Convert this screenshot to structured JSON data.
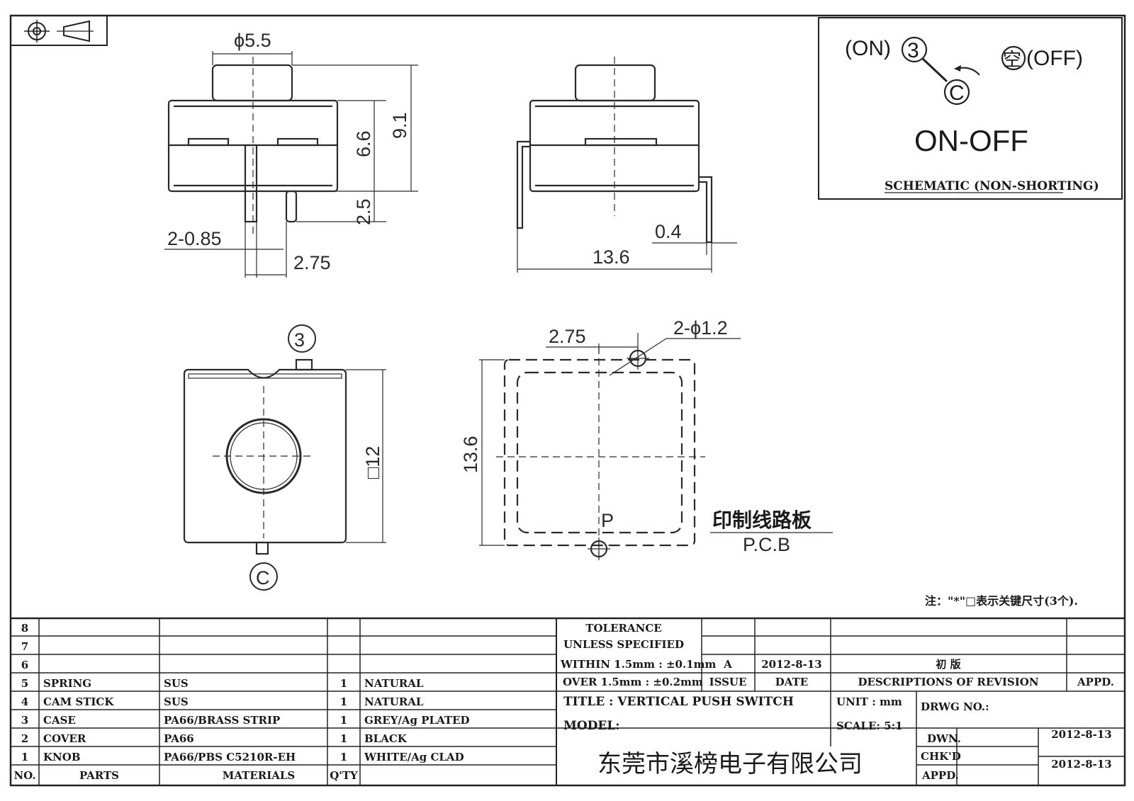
{
  "symbols": {
    "projection": "first-angle-projection-icon"
  },
  "front_view": {
    "dia_knob": "ϕ5.5",
    "h_total": "9.1",
    "h_body": "6.6",
    "h_pin": "2.5",
    "pin_w": "2-0.85",
    "pin_pitch": "2.75"
  },
  "side_view": {
    "pin_t": "0.4",
    "width": "13.6"
  },
  "schematic": {
    "on_label": "(ON)",
    "on_num": "3",
    "off_label": "(OFF)",
    "off_char": "空",
    "common": "C",
    "type": "ON-OFF",
    "caption": "SCHEMATIC (NON-SHORTING)"
  },
  "top_view": {
    "terminal_top": "3",
    "terminal_bottom": "C",
    "size": "□12"
  },
  "pcb_view": {
    "pitch": "2.75",
    "holes": "2-ϕ1.2",
    "size": "13.6",
    "p_label": "P",
    "pcb_cn": "印制线路板",
    "pcb_en": "P.C.B"
  },
  "note": "注：\"*\"□表示关键尺寸(3个).",
  "bom": {
    "rows": [
      {
        "no": "8",
        "part": "",
        "material": "",
        "qty": "",
        "finish": ""
      },
      {
        "no": "7",
        "part": "",
        "material": "",
        "qty": "",
        "finish": ""
      },
      {
        "no": "6",
        "part": "",
        "material": "",
        "qty": "",
        "finish": ""
      },
      {
        "no": "5",
        "part": "SPRING",
        "material": "SUS",
        "qty": "1",
        "finish": "NATURAL"
      },
      {
        "no": "4",
        "part": "CAM STICK",
        "material": "SUS",
        "qty": "1",
        "finish": "NATURAL"
      },
      {
        "no": "3",
        "part": "CASE",
        "material": "PA66/BRASS STRIP",
        "qty": "1",
        "finish": "GREY/Ag PLATED"
      },
      {
        "no": "2",
        "part": "COVER",
        "material": "PA66",
        "qty": "1",
        "finish": "BLACK"
      },
      {
        "no": "1",
        "part": "KNOB",
        "material": "PA66/PBS C5210R-EH",
        "qty": "1",
        "finish": "WHITE/Ag CLAD"
      }
    ],
    "header": {
      "no": "NO.",
      "parts": "PARTS",
      "materials": "MATERIALS",
      "qty": "Q'TY"
    }
  },
  "titleblock": {
    "tol1": "TOLERANCE",
    "tol2": "UNLESS  SPECIFIED",
    "tol3": "WITHIN 1.5mm : ±0.1mm",
    "tol4": "OVER 1.5mm : ±0.2mm",
    "issue_val": "A",
    "date_val": "2012-8-13",
    "desc_val": "初  版",
    "issue": "ISSUE",
    "date": "DATE",
    "desc": "DESCRIPTIONS OF REVISION",
    "appd": "APPD.",
    "title": "TITLE :  VERTICAL PUSH SWITCH",
    "unit": "UNIT :  mm",
    "drwg": "DRWG NO.:",
    "model": "MODEL:",
    "scale": "SCALE:  5:1",
    "dwn": "DWN.",
    "dwn_date": "2012-8-13",
    "chkd": "CHK'D",
    "chkd_date": "2012-8-13",
    "appd2": "APPD.",
    "company": "东莞市溪榜电子有限公司"
  }
}
